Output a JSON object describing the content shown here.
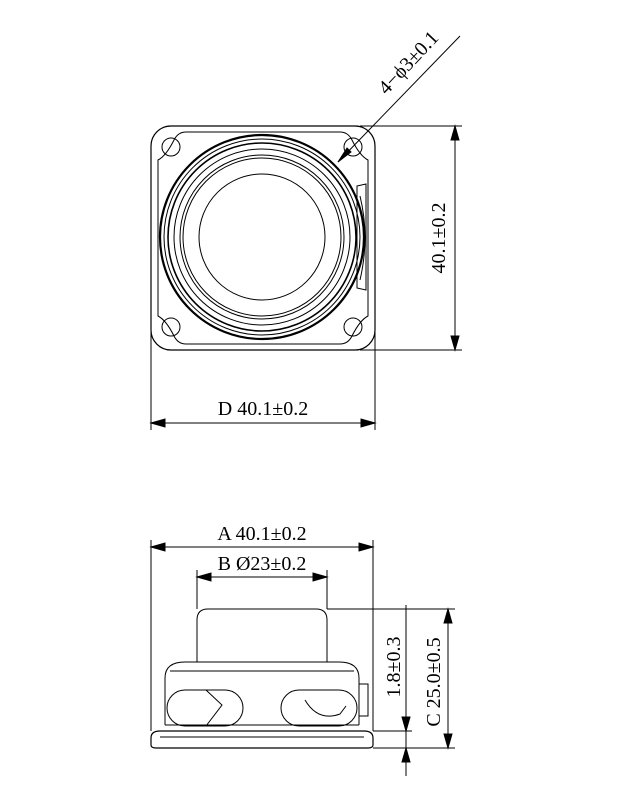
{
  "top_view": {
    "hole_callout": "4−ϕ3±0.1",
    "height_dim": "40.1±0.2",
    "width_dim": "D 40.1±0.2"
  },
  "side_view": {
    "width_dim": "A 40.1±0.2",
    "magnet_dim": "B Ø23±0.2",
    "flange_dim": "1.8±0.3",
    "height_dim": "C 25.0±0.5"
  }
}
